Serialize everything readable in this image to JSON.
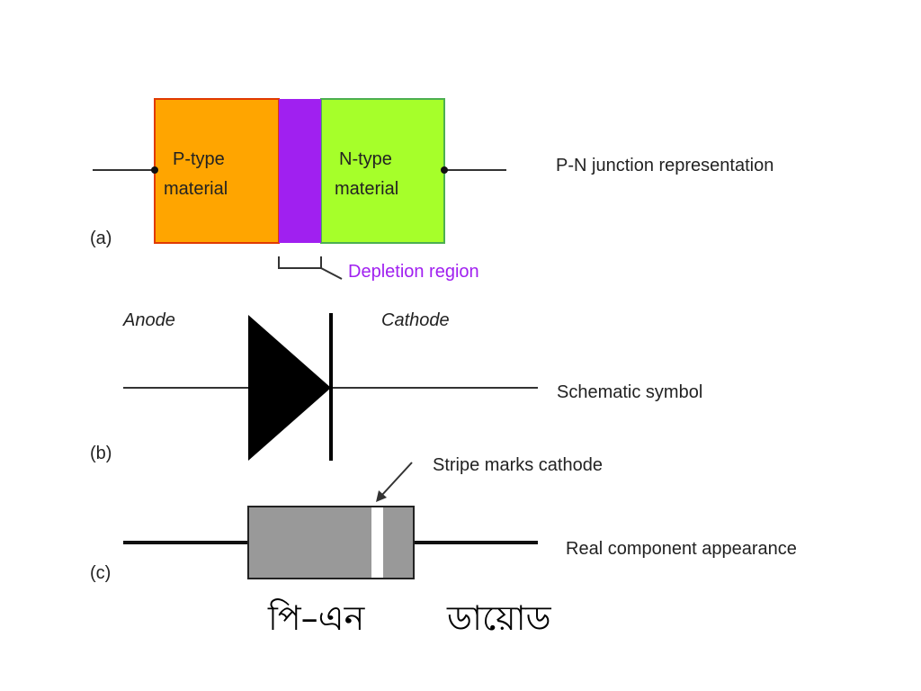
{
  "diagram_a": {
    "panel_label": "(a)",
    "p_type_line1": "P-type",
    "p_type_line2": "material",
    "n_type_line1": "N-type",
    "n_type_line2": "material",
    "depletion_label": "Depletion region",
    "caption": "P-N junction representation",
    "colors": {
      "p_fill": "#ffa500",
      "p_border": "#e03a00",
      "depletion_fill": "#a020f0",
      "n_fill": "#a6ff2a",
      "n_border": "#4caf50",
      "depletion_text": "#a020f0"
    }
  },
  "diagram_b": {
    "panel_label": "(b)",
    "anode_label": "Anode",
    "cathode_label": "Cathode",
    "caption": "Schematic symbol"
  },
  "diagram_c": {
    "panel_label": "(c)",
    "stripe_label": "Stripe marks cathode",
    "caption": "Real component appearance",
    "colors": {
      "body_fill": "#999999",
      "stripe_fill": "#ffffff"
    }
  },
  "footer": {
    "word1": "পি–এন",
    "word2": "ডায়োড"
  }
}
